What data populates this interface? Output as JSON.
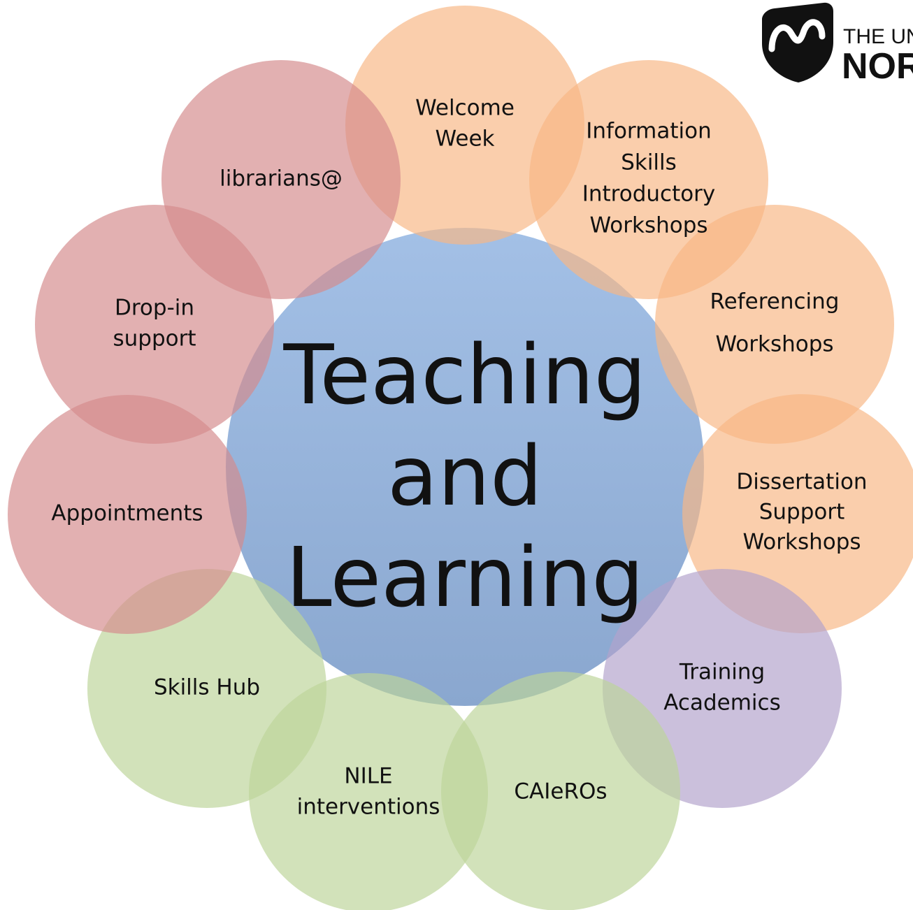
{
  "center": {
    "lines": [
      "Teaching",
      "and",
      "Learning"
    ],
    "color": "#8fb0dc"
  },
  "palette": {
    "orange": "#f7b784",
    "red": "#d48a8c",
    "green": "#bdd49a",
    "purple": "#b3a2cc"
  },
  "nodes": [
    {
      "id": "welcome-week",
      "lines": [
        "Welcome",
        "Week"
      ],
      "group": "orange"
    },
    {
      "id": "information-skills",
      "lines": [
        "Information",
        "Skills",
        "Introductory",
        "Workshops"
      ],
      "group": "orange"
    },
    {
      "id": "referencing-workshops",
      "lines": [
        "Referencing",
        "Workshops"
      ],
      "group": "orange"
    },
    {
      "id": "dissertation-support",
      "lines": [
        "Dissertation",
        "Support",
        "Workshops"
      ],
      "group": "orange"
    },
    {
      "id": "training-academics",
      "lines": [
        "Training",
        "Academics"
      ],
      "group": "purple"
    },
    {
      "id": "caieros",
      "lines": [
        "CAIeROs"
      ],
      "group": "green"
    },
    {
      "id": "nile-interventions",
      "lines": [
        "NILE",
        "interventions"
      ],
      "group": "green"
    },
    {
      "id": "skills-hub",
      "lines": [
        "Skills Hub"
      ],
      "group": "green"
    },
    {
      "id": "appointments",
      "lines": [
        "Appointments"
      ],
      "group": "red"
    },
    {
      "id": "drop-in-support",
      "lines": [
        "Drop-in",
        "support"
      ],
      "group": "red"
    },
    {
      "id": "librarians",
      "lines": [
        "librarians@"
      ],
      "group": "red"
    }
  ],
  "logo": {
    "line1": "THE UNI",
    "line2": "NORT",
    "icon": "university-logo-icon"
  }
}
